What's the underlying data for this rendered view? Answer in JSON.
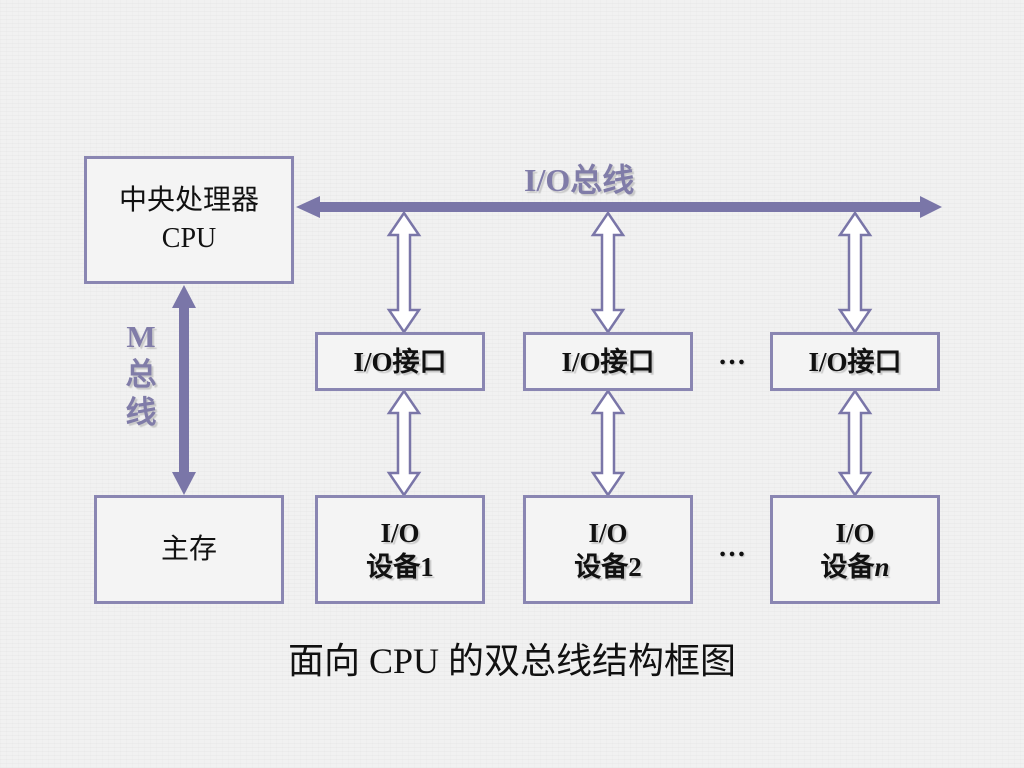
{
  "cpu": {
    "line1": "中央处理器",
    "line2": "CPU"
  },
  "main_memory": {
    "label": "主存"
  },
  "io_bus_label": "I/O总线",
  "m_bus_label": [
    "M",
    "总",
    "线"
  ],
  "io_interfaces": [
    {
      "label": "I/O接口"
    },
    {
      "label": "I/O接口"
    },
    {
      "label": "I/O接口"
    }
  ],
  "io_devices": [
    {
      "line1": "I/O",
      "line2": "设备",
      "suffix": "1"
    },
    {
      "line1": "I/O",
      "line2": "设备",
      "suffix": "2"
    },
    {
      "line1": "I/O",
      "line2": "设备",
      "suffix": "n"
    }
  ],
  "ellipsis": "…",
  "caption": "面向 CPU 的双总线结构框图",
  "colors": {
    "arrow": "#7a76a8",
    "box_border": "#8a86b2",
    "label": "#807ca8",
    "background": "#f1f1f1"
  }
}
